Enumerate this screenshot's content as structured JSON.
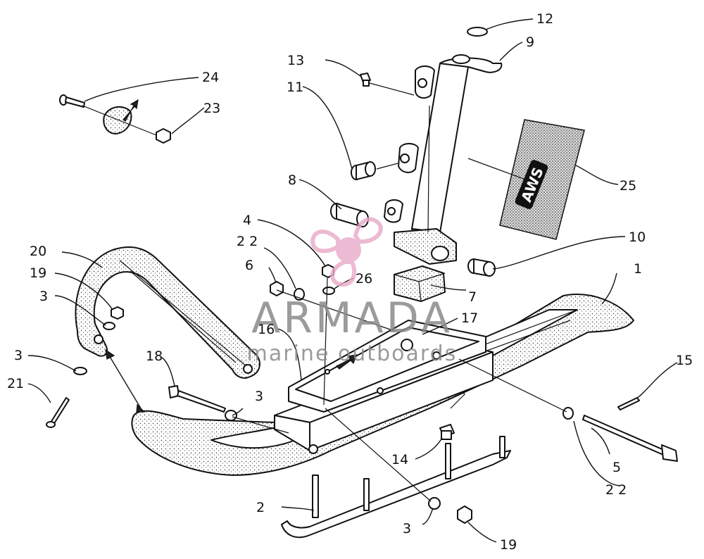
{
  "callouts": [
    {
      "id": "1",
      "label": "1"
    },
    {
      "id": "2",
      "label": "2"
    },
    {
      "id": "3a",
      "label": "3"
    },
    {
      "id": "3b",
      "label": "3"
    },
    {
      "id": "3c",
      "label": "3"
    },
    {
      "id": "3d",
      "label": "3"
    },
    {
      "id": "4",
      "label": "4"
    },
    {
      "id": "5",
      "label": "5"
    },
    {
      "id": "6",
      "label": "6"
    },
    {
      "id": "7",
      "label": "7"
    },
    {
      "id": "8",
      "label": "8"
    },
    {
      "id": "9",
      "label": "9"
    },
    {
      "id": "10",
      "label": "10"
    },
    {
      "id": "11",
      "label": "11"
    },
    {
      "id": "12",
      "label": "12"
    },
    {
      "id": "13",
      "label": "13"
    },
    {
      "id": "14",
      "label": "14"
    },
    {
      "id": "15",
      "label": "15"
    },
    {
      "id": "16",
      "label": "16"
    },
    {
      "id": "17",
      "label": "17"
    },
    {
      "id": "18",
      "label": "18"
    },
    {
      "id": "19a",
      "label": "19"
    },
    {
      "id": "19b",
      "label": "19"
    },
    {
      "id": "20",
      "label": "20"
    },
    {
      "id": "21",
      "label": "21"
    },
    {
      "id": "22a",
      "label": "2 2"
    },
    {
      "id": "22b",
      "label": "2 2"
    },
    {
      "id": "23",
      "label": "23"
    },
    {
      "id": "24",
      "label": "24"
    },
    {
      "id": "25",
      "label": "25"
    },
    {
      "id": "26",
      "label": "26"
    }
  ],
  "decal_text": "AWS",
  "watermark": {
    "title": "ARMADA",
    "subtitle": "marine outboards",
    "logo_color": "#e8a9c8",
    "text_color": "#8a8a8a"
  }
}
